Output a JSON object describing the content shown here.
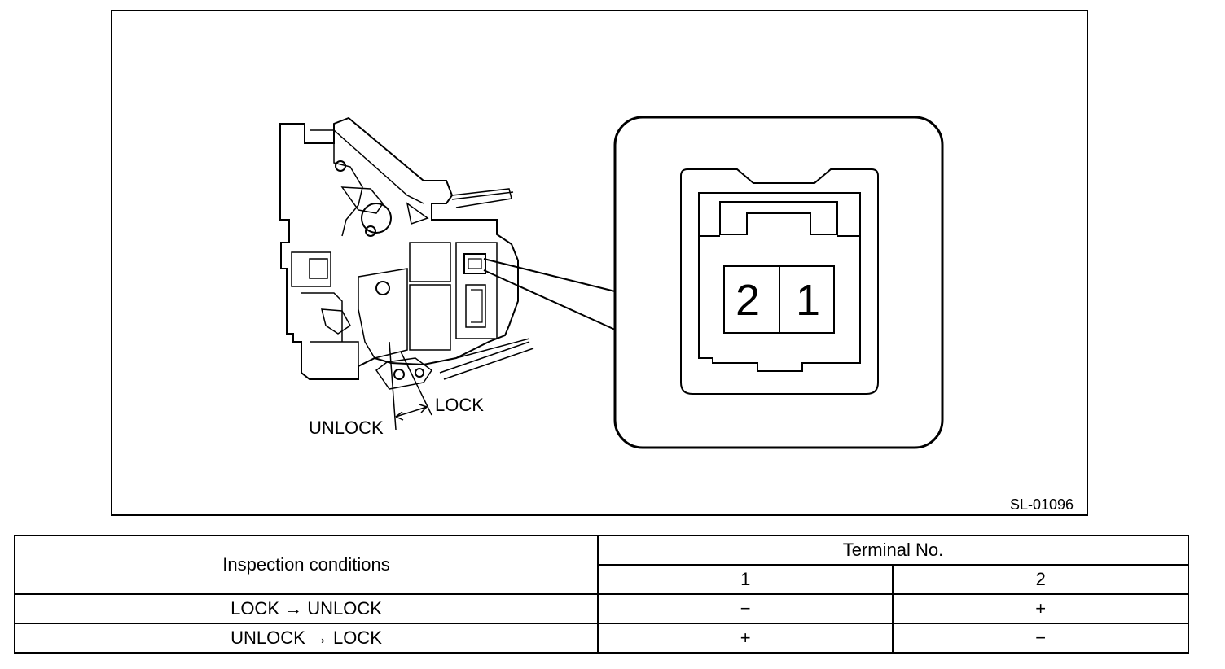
{
  "figure": {
    "id": "SL-01096",
    "labels": {
      "lock": "LOCK",
      "unlock": "UNLOCK"
    },
    "connector": {
      "terminal_left": "2",
      "terminal_right": "1"
    }
  },
  "table": {
    "header": {
      "conditions": "Inspection conditions",
      "terminal_no": "Terminal No.",
      "terminal_1": "1",
      "terminal_2": "2"
    },
    "rows": [
      {
        "condition": "LOCK → UNLOCK",
        "t1": "−",
        "t2": "+"
      },
      {
        "condition": "UNLOCK → LOCK",
        "t1": "+",
        "t2": "−"
      }
    ]
  }
}
